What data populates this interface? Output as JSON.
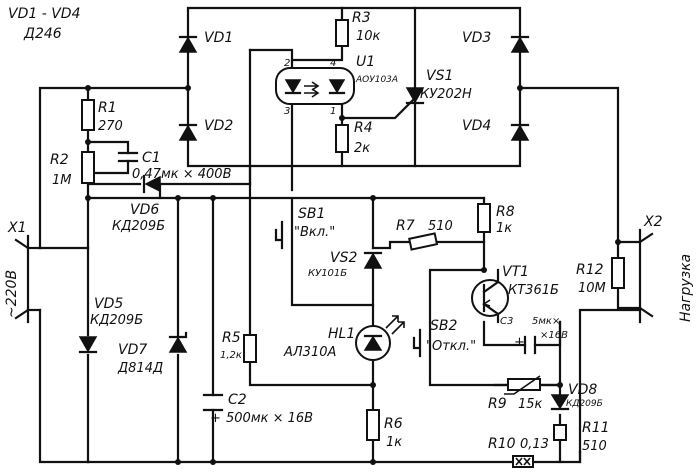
{
  "header": {
    "title": "VD1 - VD4",
    "part": "Д246"
  },
  "components": {
    "vd1": {
      "ref": "VD1"
    },
    "vd2": {
      "ref": "VD2"
    },
    "vd3": {
      "ref": "VD3"
    },
    "vd4": {
      "ref": "VD4"
    },
    "r1": {
      "ref": "R1",
      "value": "270"
    },
    "r2": {
      "ref": "R2",
      "value": "1M"
    },
    "c1": {
      "ref": "C1",
      "value": "0,47мк × 400В"
    },
    "vd6": {
      "ref": "VD6",
      "value": "КД209Б"
    },
    "vd5": {
      "ref": "VD5",
      "value": "КД209Б"
    },
    "vd7": {
      "ref": "VD7",
      "value": "Д814Д"
    },
    "r3": {
      "ref": "R3",
      "value": "10к"
    },
    "r4": {
      "ref": "R4",
      "value": "2к"
    },
    "u1": {
      "ref": "U1",
      "value": "АОУ103А",
      "pin1": "1",
      "pin2": "2",
      "pin3": "3",
      "pin4": "4"
    },
    "vs1": {
      "ref": "VS1",
      "value": "КУ202Н"
    },
    "sb1": {
      "ref": "SB1",
      "value": "\"Вкл.\""
    },
    "r7": {
      "ref": "R7",
      "value": "510"
    },
    "r8": {
      "ref": "R8",
      "value": "1к"
    },
    "vs2": {
      "ref": "VS2",
      "value": "КУ101Б"
    },
    "r5": {
      "ref": "R5",
      "value": "1,2к"
    },
    "hl1": {
      "ref": "HL1",
      "value": "АЛ310А"
    },
    "c2": {
      "ref": "C2",
      "value": "500мк × 16В"
    },
    "r6": {
      "ref": "R6",
      "value": "1к"
    },
    "vt1": {
      "ref": "VT1",
      "value": "КТ361Б"
    },
    "sb2": {
      "ref": "SB2",
      "value": "\"Откл.\""
    },
    "c3": {
      "ref": "C3",
      "value1": "5мк×",
      "value2": "×16В"
    },
    "r9": {
      "ref": "R9",
      "value": "15к"
    },
    "vd8": {
      "ref": "VD8",
      "value": "КД209Б"
    },
    "r10": {
      "ref": "R10",
      "value": "0,13"
    },
    "r11": {
      "ref": "R11",
      "value": "510"
    },
    "r12": {
      "ref": "R12",
      "value": "10M"
    }
  },
  "connectors": {
    "x1": {
      "ref": "X1",
      "label": "~220В"
    },
    "x2": {
      "ref": "X2",
      "label": "Нагрузка"
    }
  }
}
